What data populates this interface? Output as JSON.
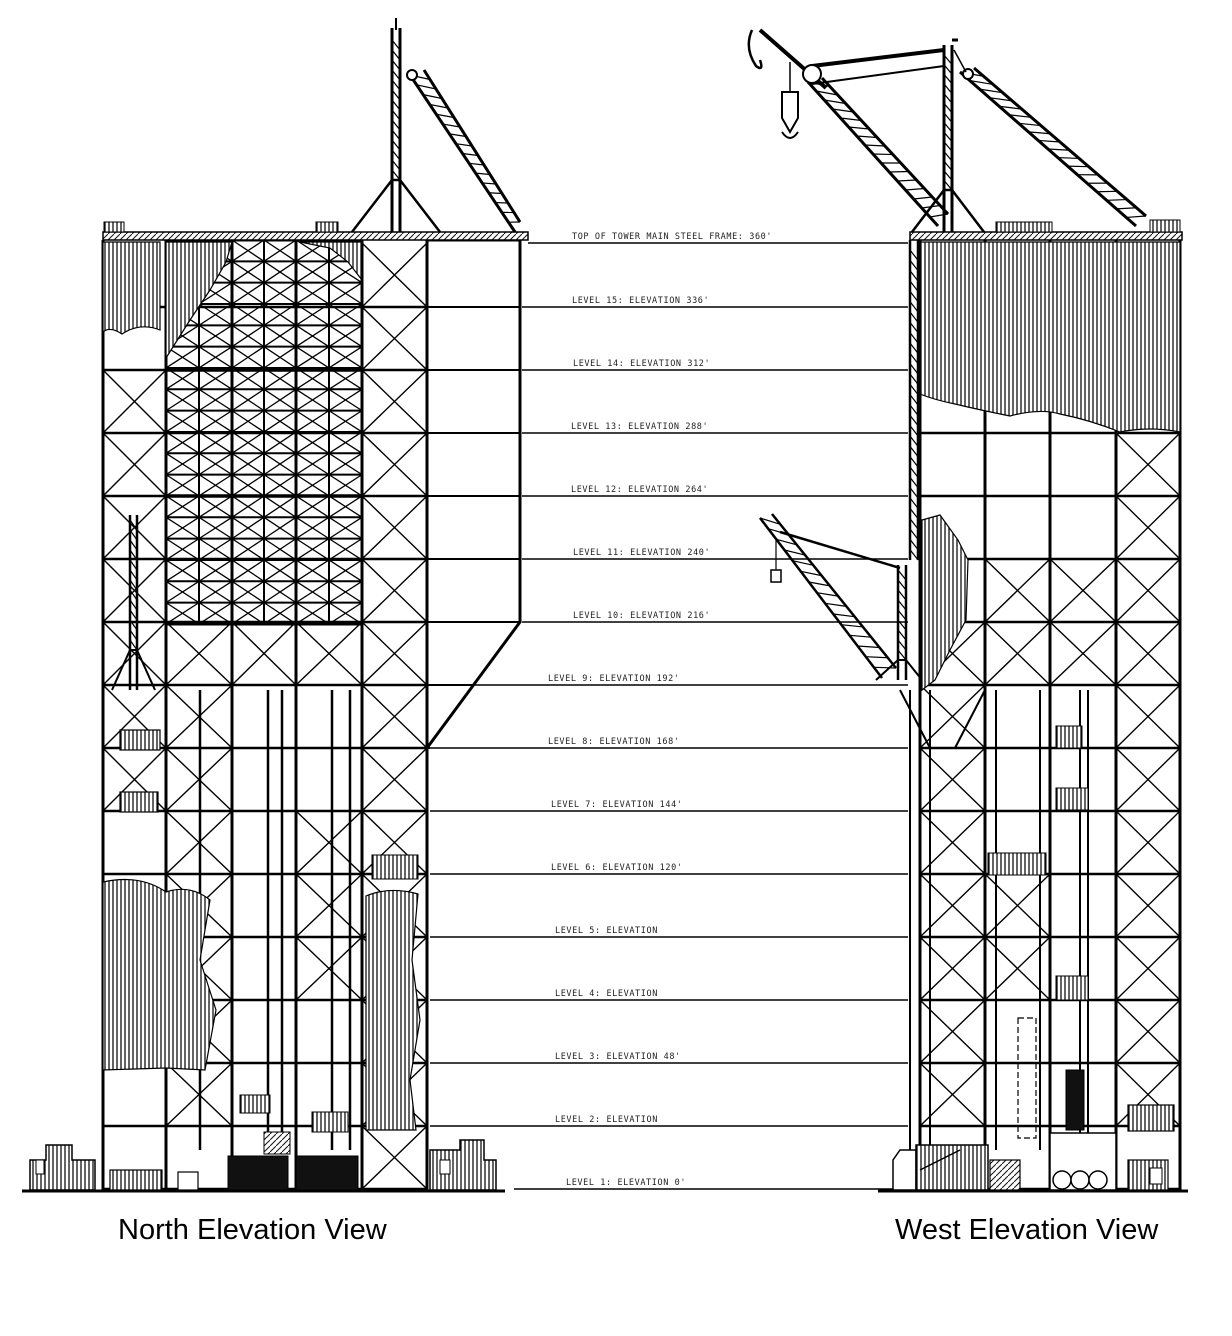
{
  "captions": {
    "north": "North Elevation View",
    "west": "West Elevation View"
  },
  "levels": [
    "TOP OF TOWER MAIN STEEL FRAME: 360'",
    "LEVEL 15: ELEVATION 336'",
    "LEVEL 14: ELEVATION 312'",
    "LEVEL 13: ELEVATION 288'",
    "LEVEL 12: ELEVATION 264'",
    "LEVEL 11: ELEVATION 240'",
    "LEVEL 10: ELEVATION 216'",
    "LEVEL 9: ELEVATION 192'",
    "LEVEL 8: ELEVATION 168'",
    "LEVEL 7: ELEVATION 144'",
    "LEVEL 6: ELEVATION 120'",
    "LEVEL 5: ELEVATION",
    "LEVEL 4: ELEVATION",
    "LEVEL 3: ELEVATION 48'",
    "LEVEL 2: ELEVATION",
    "LEVEL 1: ELEVATION 0'"
  ]
}
